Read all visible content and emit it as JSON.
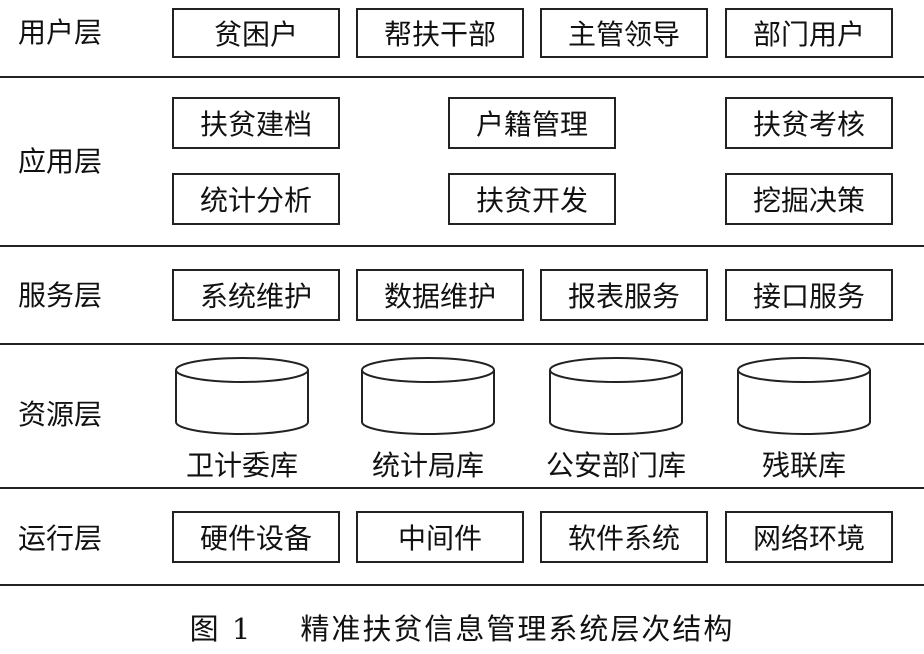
{
  "layers": {
    "user": {
      "label": "用户层",
      "items": [
        "贫困户",
        "帮扶干部",
        "主管领导",
        "部门用户"
      ]
    },
    "app": {
      "label": "应用层",
      "items": [
        "扶贫建档",
        "户籍管理",
        "扶贫考核",
        "统计分析",
        "扶贫开发",
        "挖掘决策"
      ]
    },
    "service": {
      "label": "服务层",
      "items": [
        "系统维护",
        "数据维护",
        "报表服务",
        "接口服务"
      ]
    },
    "resource": {
      "label": "资源层",
      "items": [
        "卫计委库",
        "统计局库",
        "公安部门库",
        "残联库"
      ]
    },
    "runtime": {
      "label": "运行层",
      "items": [
        "硬件设备",
        "中间件",
        "软件系统",
        "网络环境"
      ]
    }
  },
  "caption": {
    "number": "图 1",
    "title": "精准扶贫信息管理系统层次结构"
  }
}
